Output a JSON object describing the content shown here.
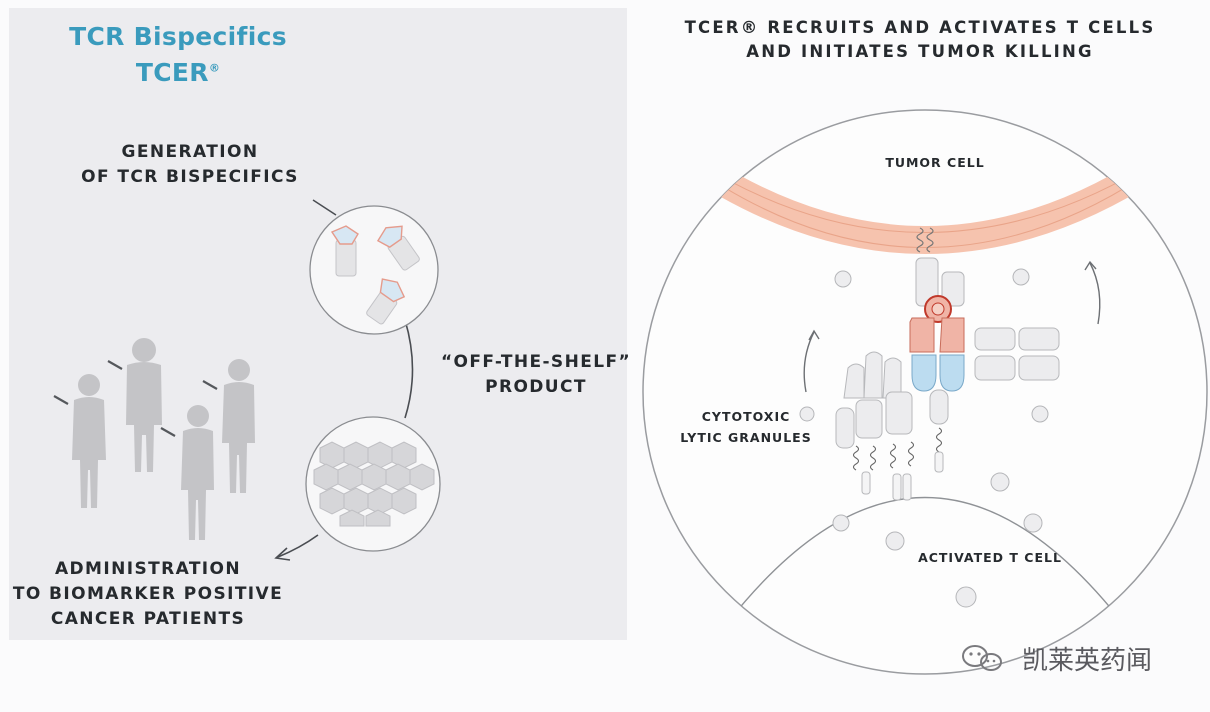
{
  "left": {
    "title_line1": "TCR Bispecifics",
    "title_line2": "TCER",
    "registered_mark": "®",
    "generation_line1": "GENERATION",
    "generation_line2": "OF TCR BISPECIFICS",
    "product_line1": "“OFF-THE-SHELF”",
    "product_line2": "PRODUCT",
    "administration_line1": "ADMINISTRATION",
    "administration_line2": "TO BIOMARKER POSITIVE",
    "administration_line3": "CANCER PATIENTS"
  },
  "right": {
    "title_line1": "TCER® RECRUITS AND ACTIVATES T CELLS",
    "title_line2": "AND INITIATES TUMOR KILLING",
    "tumor_cell_label": "TUMOR CELL",
    "granules_line1": "CYTOTOXIC",
    "granules_line2": "LYTIC GRANULES",
    "t_cell_label": "ACTIVATED T CELL"
  },
  "watermark": {
    "text": "凯莱英药闻",
    "icon": "wechat-logo-icon"
  },
  "colors": {
    "title_blue": "#3a9bbd",
    "tumor_membrane": "#f6c3ae",
    "tcr_red": "#f0b4a6",
    "tcr_blue": "#bcdcf0"
  }
}
